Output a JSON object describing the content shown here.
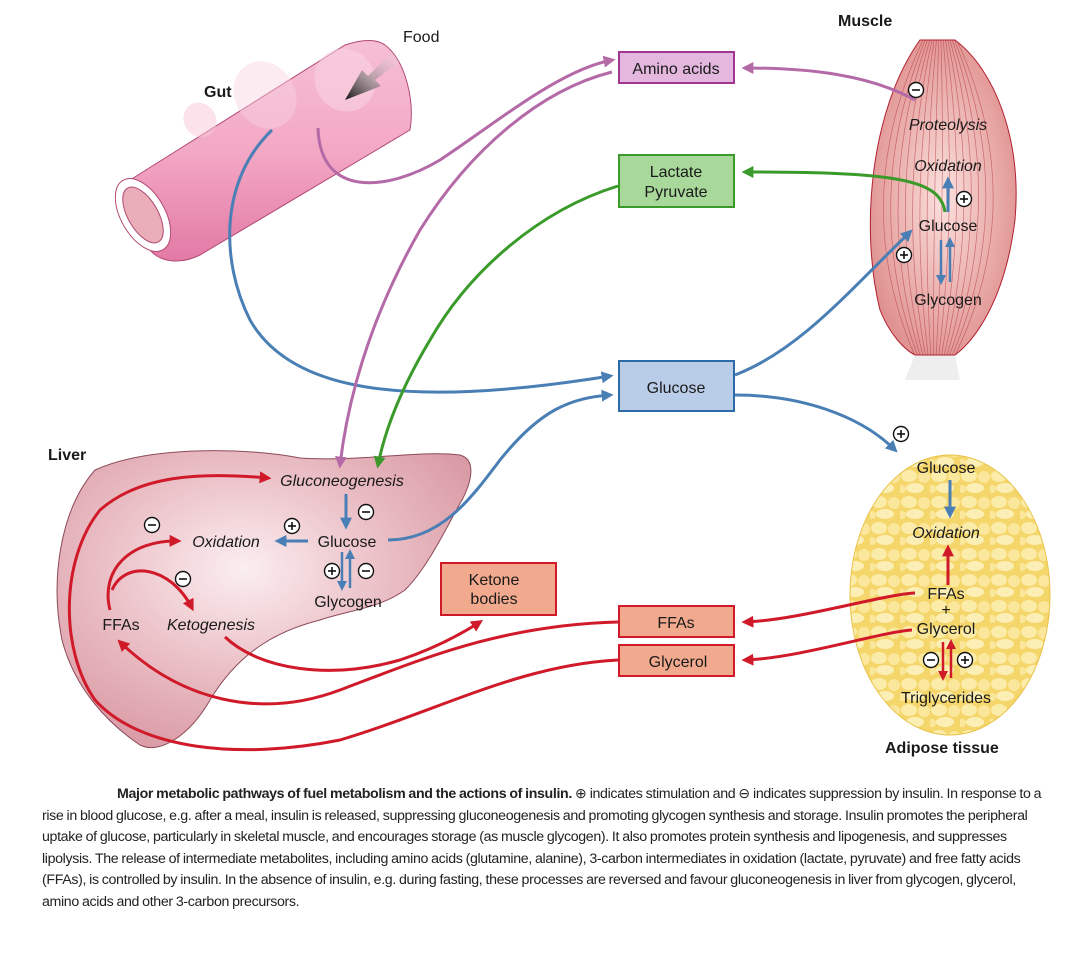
{
  "regions": {
    "gut": "Gut",
    "food": "Food",
    "muscle": "Muscle",
    "liver": "Liver",
    "adipose": "Adipose tissue"
  },
  "boxes": {
    "amino_acids": "Amino acids",
    "lactate": "Lactate",
    "pyruvate": "Pyruvate",
    "glucose": "Glucose",
    "ketone_1": "Ketone",
    "ketone_2": "bodies",
    "ffas": "FFAs",
    "glycerol": "Glycerol"
  },
  "muscle_labels": {
    "proteolysis": "Proteolysis",
    "oxidation": "Oxidation",
    "glucose": "Glucose",
    "glycogen": "Glycogen"
  },
  "liver_labels": {
    "gluconeogenesis": "Gluconeogenesis",
    "oxidation": "Oxidation",
    "glucose": "Glucose",
    "glycogen": "Glycogen",
    "ffas": "FFAs",
    "ketogenesis": "Ketogenesis"
  },
  "adipose_labels": {
    "glucose": "Glucose",
    "oxidation": "Oxidation",
    "ffas": "FFAs",
    "plus": "+",
    "glycerol": "Glycerol",
    "triglycerides": "Triglycerides"
  },
  "symbols": {
    "stimulation": "+",
    "suppression": "−"
  },
  "colors": {
    "glucose_path": "#4a7fb5",
    "amino_path": "#b56aa8",
    "lactate_path": "#3a9a2a",
    "fat_path": "#d01a2a",
    "glucose_box": "#b9cde8",
    "amino_box": "#e4b7de",
    "lactate_box": "#a9d99a",
    "fat_box": "#f2aa8e"
  },
  "caption": {
    "title": "Major metabolic pathways of fuel metabolism and the actions of insulin.",
    "body": " ⊕ indicates stimulation and ⊖ indicates suppression by insulin. In response to a rise in blood glucose, e.g. after a meal, insulin is released, suppressing gluconeogenesis and promoting glycogen synthesis and storage. Insulin promotes the peripheral uptake of glucose, particularly in skeletal muscle, and encourages storage (as muscle glycogen). It also promotes protein synthesis and lipogenesis, and suppresses lipolysis. The release of intermediate metabolites, including amino acids (glutamine, alanine), 3-carbon intermediates in oxidation (lactate, pyruvate) and free fatty acids (FFAs), is controlled by insulin. In the absence of insulin, e.g. during fasting, these processes are reversed and favour gluconeogenesis in liver from glycogen, glycerol, amino acids and other 3-carbon precursors."
  }
}
